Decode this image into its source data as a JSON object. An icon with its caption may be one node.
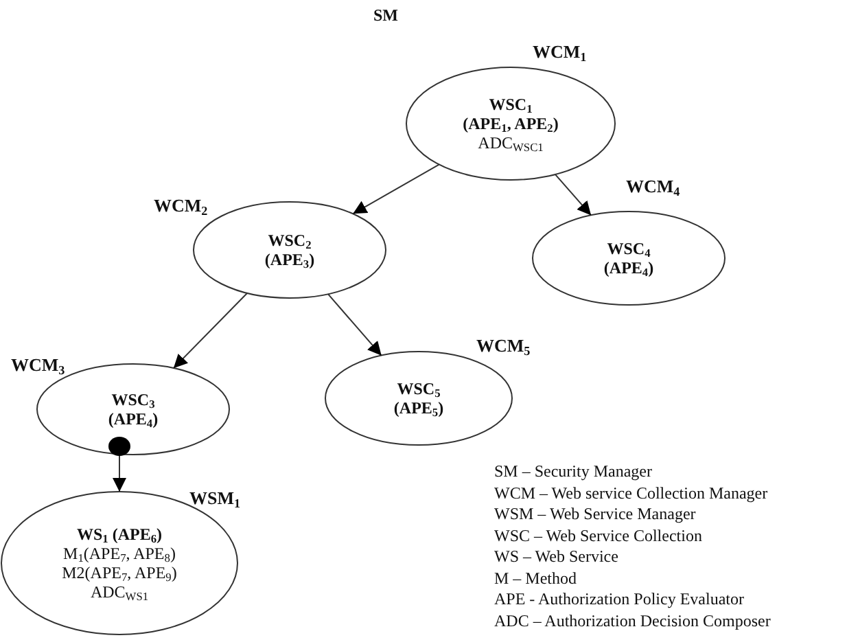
{
  "diagram": {
    "nodes": [
      {
        "text": [
          "WSC$_{1}$",
          "(APE$_{1}$, APE$_{2}$)",
          "ADC$_{WSC1}$"
        ],
        "beside": [
          "WCM$_{1}$"
        ]
      },
      {
        "text": [
          "WSC$_{2}$",
          "(APE$_{3}$)"
        ],
        "beside": [
          "WCM$_{2}$"
        ]
      },
      {
        "text": [
          "WSC$_{4}$",
          "(APE$_{4}$)"
        ],
        "beside": [
          "WCM$_{4}$"
        ]
      },
      {
        "text": [
          "WSC$_{3}$",
          "(APE$_{4}$)"
        ],
        "beside": [
          "WCM$_{3}$"
        ]
      },
      {
        "text": [
          "WSC$_{5}$",
          "(APE$_{5}$)"
        ],
        "beside": [
          "WCM$_{5}$"
        ]
      },
      {
        "text": [
          "WS$_{1}$ (APE$_{6}$)",
          "M$_{1}$(APE$_{7}$, APE$_{8}$)",
          "M2(APE$_{7}$, APE$_{9}$)",
          "ADC$_{WS1}$"
        ],
        "beside": [
          "WSM$_{1}$"
        ]
      }
    ],
    "edges": [
      {
        "from": 0,
        "to": 1,
        "arrow": "to"
      },
      {
        "from": 0,
        "to": 2,
        "arrow": "to"
      },
      {
        "from": 1,
        "to": 3,
        "arrow": "to"
      },
      {
        "from": 1,
        "to": 4,
        "arrow": "to"
      },
      {
        "from": 3,
        "to": 5,
        "arrow": "to"
      }
    ],
    "labels": [
      "SM",
      "SM – Security Manager",
      "WCM – Web service Collection Manager",
      "WSM – Web Service Manager",
      "WSC – Web Service Collection",
      "WS – Web Service",
      "M – Method",
      "APE - Authorization Policy Evaluator",
      "ADC – Authorization Decision Composer"
    ]
  }
}
